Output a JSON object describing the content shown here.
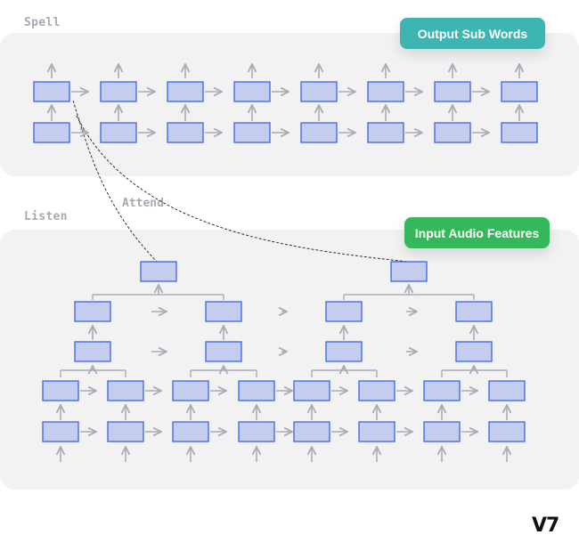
{
  "spell": {
    "label": "Spell"
  },
  "listen": {
    "label": "Listen"
  },
  "attend": {
    "label": "Attend"
  },
  "tags": {
    "output": "Output Sub Words",
    "input": "Input Audio Features"
  },
  "brand": {
    "logo": "V7"
  },
  "colors": {
    "cell_fill": "#c5cdee",
    "cell_stroke": "#3d63e0",
    "arrow": "#a9abb8",
    "output_tag": "#3db5b3",
    "input_tag": "#35b85a"
  }
}
